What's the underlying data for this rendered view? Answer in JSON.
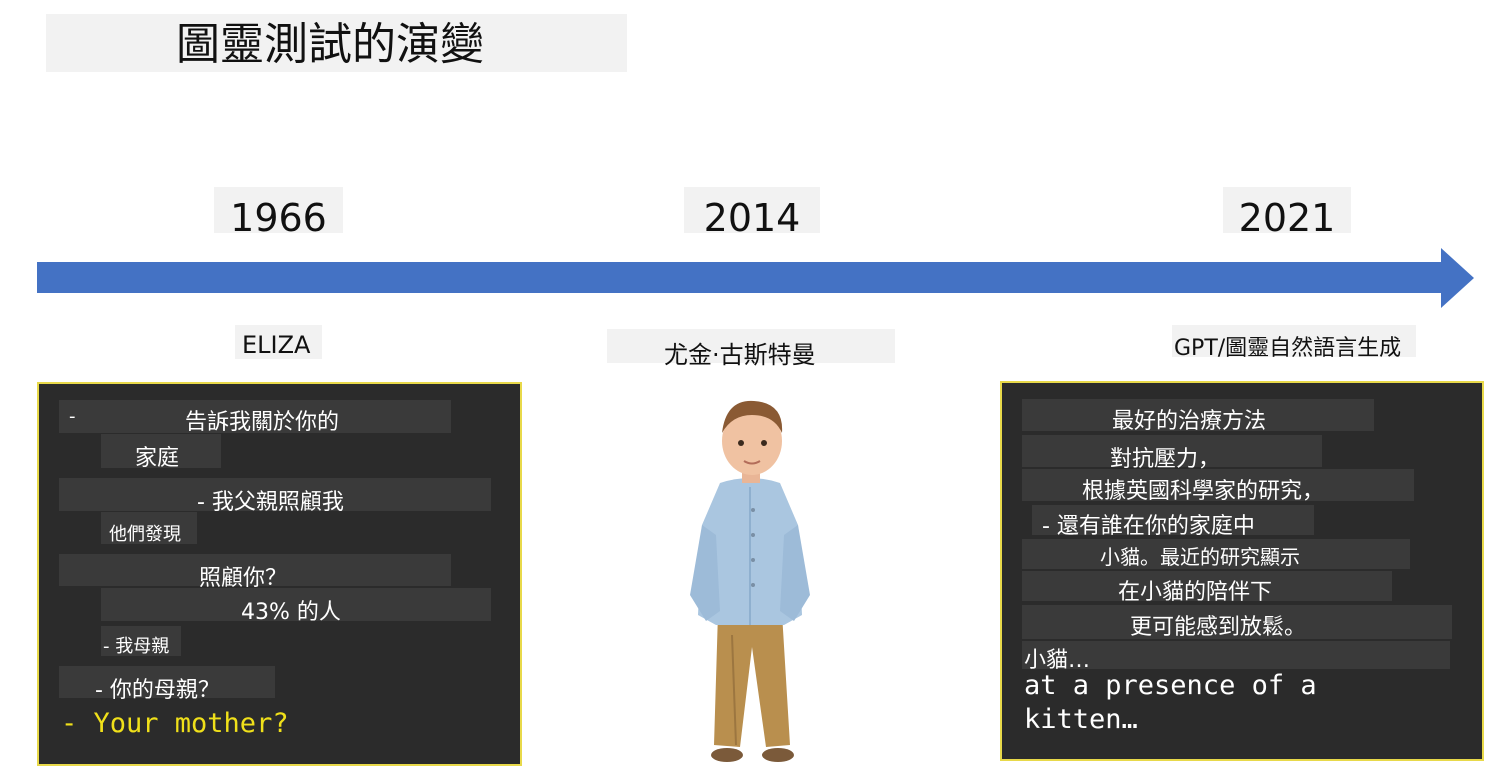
{
  "title": "圖靈測試的演變",
  "timeline": {
    "years": [
      "1966",
      "2014",
      "2021"
    ],
    "labels": [
      "ELIZA",
      "尤金·古斯特曼",
      "GPT/圖靈自然語言生成"
    ]
  },
  "eliza_panel": {
    "dash1": "-",
    "line1": "告訴我關於你的",
    "line2": "家庭",
    "line3": "- 我父親照顧我",
    "line4": "他們發現",
    "line5": "照顧你？",
    "line6": "43% 的人",
    "line7": "- 我母親",
    "line8": "- 你的母親？",
    "line9": "- Your mother?"
  },
  "gpt_panel": {
    "line1": "最好的治療方法",
    "line2": "對抗壓力，",
    "line3": "根據英國科學家的研究，",
    "line4": "- 還有誰在你的家庭中",
    "line5": "小貓。最近的研究顯示",
    "line6": "在小貓的陪伴下",
    "line7": "更可能感到放鬆。",
    "line8": "小貓…",
    "line9": "at a presence of a",
    "line10": "kitten…"
  },
  "colors": {
    "arrow": "#4472c4",
    "panel_bg": "#2b2b2b",
    "panel_border": "#e8d94a",
    "highlight_text": "#f0e01a"
  }
}
